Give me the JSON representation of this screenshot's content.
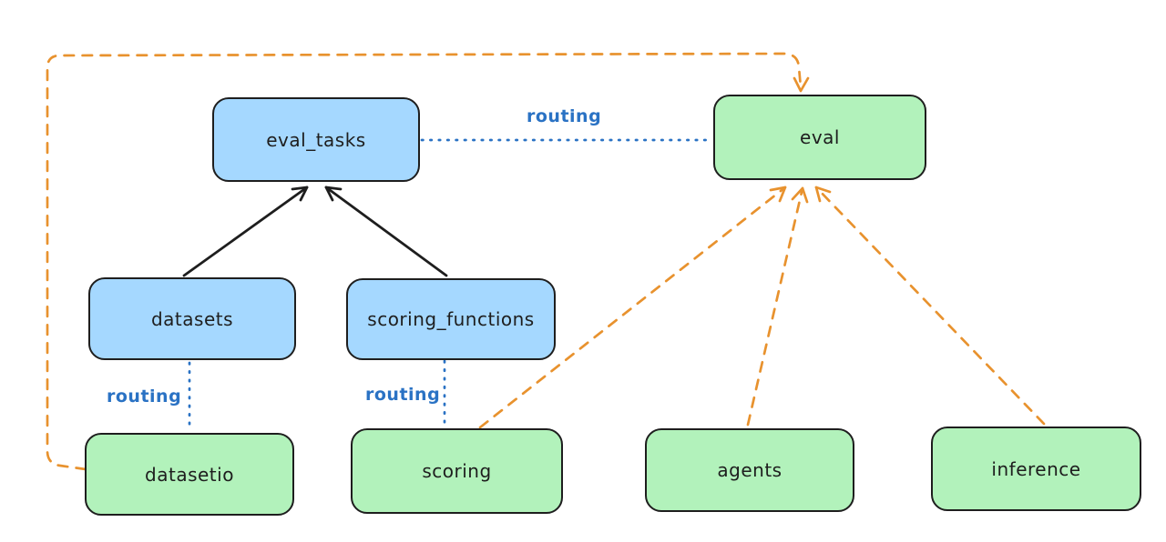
{
  "diagram": {
    "nodes": [
      {
        "id": "eval_tasks",
        "label": "eval_tasks",
        "color": "blue"
      },
      {
        "id": "eval",
        "label": "eval",
        "color": "green"
      },
      {
        "id": "datasets",
        "label": "datasets",
        "color": "blue"
      },
      {
        "id": "scoring_functions",
        "label": "scoring_functions",
        "color": "blue"
      },
      {
        "id": "datasetio",
        "label": "datasetio",
        "color": "green"
      },
      {
        "id": "scoring",
        "label": "scoring",
        "color": "green"
      },
      {
        "id": "agents",
        "label": "agents",
        "color": "green"
      },
      {
        "id": "inference",
        "label": "inference",
        "color": "green"
      }
    ],
    "edges": [
      {
        "from": "datasets",
        "to": "eval_tasks",
        "style": "solid-black-arrow",
        "label": ""
      },
      {
        "from": "scoring_functions",
        "to": "eval_tasks",
        "style": "solid-black-arrow",
        "label": ""
      },
      {
        "from": "eval_tasks",
        "to": "eval",
        "style": "dotted-blue",
        "label": "routing"
      },
      {
        "from": "datasets",
        "to": "datasetio",
        "style": "dotted-blue",
        "label": "routing"
      },
      {
        "from": "scoring_functions",
        "to": "scoring",
        "style": "dotted-blue",
        "label": "routing"
      },
      {
        "from": "datasetio",
        "to": "eval",
        "style": "dashed-orange-arrow",
        "label": ""
      },
      {
        "from": "scoring",
        "to": "eval",
        "style": "dashed-orange-arrow",
        "label": ""
      },
      {
        "from": "agents",
        "to": "eval",
        "style": "dashed-orange-arrow",
        "label": ""
      },
      {
        "from": "inference",
        "to": "eval",
        "style": "dashed-orange-arrow",
        "label": ""
      }
    ],
    "colors": {
      "bg": "#ffffff",
      "stroke": "#1e1e1e",
      "blue_fill": "#a5d8ff",
      "green_fill": "#b2f2bb",
      "routing_blue": "#2a72c4",
      "orange": "#e8922e"
    }
  }
}
